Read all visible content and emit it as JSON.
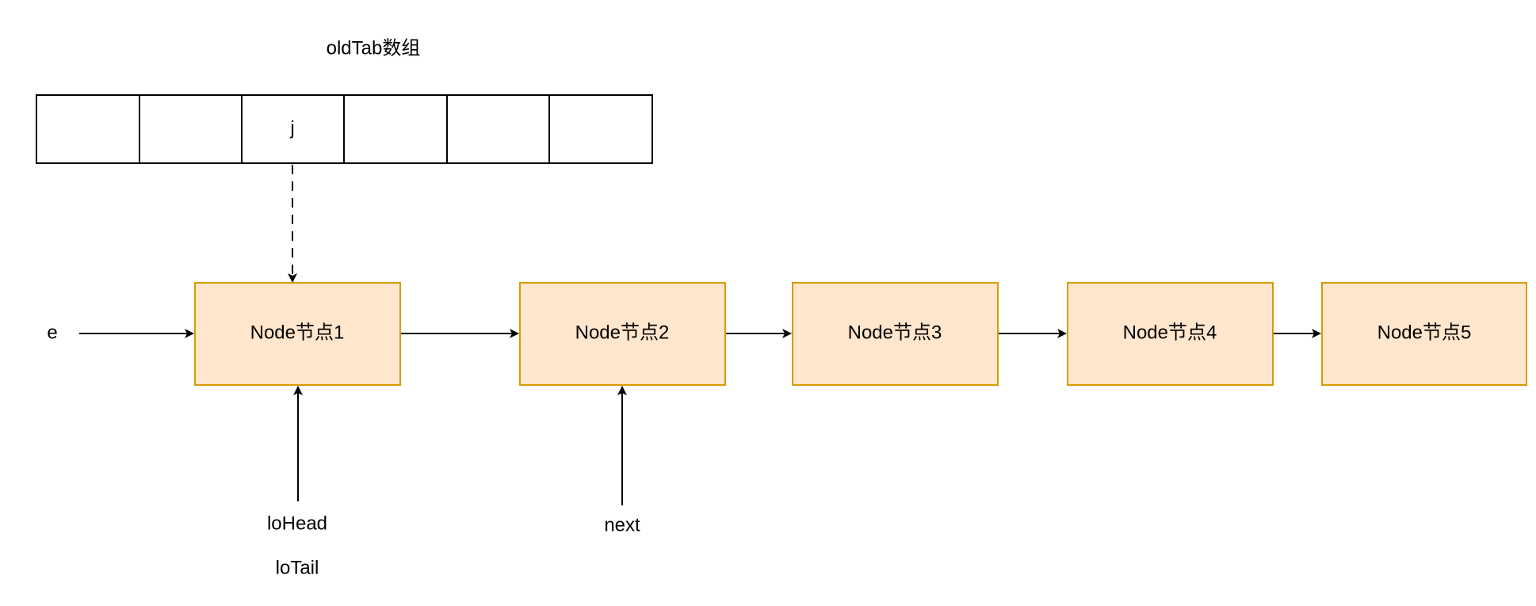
{
  "array": {
    "title": "oldTab数组",
    "cells": [
      "",
      "",
      "j",
      "",
      "",
      ""
    ]
  },
  "nodes": [
    "Node节点1",
    "Node节点2",
    "Node节点3",
    "Node节点4",
    "Node节点5"
  ],
  "pointers": {
    "e": "e",
    "loHead": "loHead",
    "loTail": "loTail",
    "next": "next"
  },
  "colors": {
    "node_fill": "#ffe6cc",
    "node_stroke": "#d79b00",
    "line": "#000000",
    "background": "#ffffff"
  }
}
